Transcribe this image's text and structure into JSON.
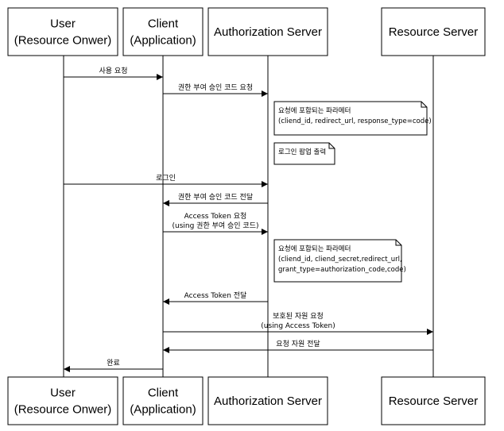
{
  "actors": [
    {
      "id": "user",
      "lines": [
        "User",
        "(Resource Onwer)"
      ]
    },
    {
      "id": "client",
      "lines": [
        "Client",
        "(Application)"
      ]
    },
    {
      "id": "authserver",
      "lines": [
        "Authorization Server"
      ]
    },
    {
      "id": "resserver",
      "lines": [
        "Resource Server"
      ]
    }
  ],
  "messages": [
    {
      "from": "user",
      "to": "client",
      "lines": [
        "사용 요청"
      ]
    },
    {
      "from": "client",
      "to": "authserver",
      "lines": [
        "권한 부여 승인 코드 요청"
      ]
    },
    {
      "from": "user",
      "to": "authserver",
      "lines": [
        "로그인"
      ]
    },
    {
      "from": "authserver",
      "to": "client",
      "lines": [
        "권한 부여 승인 코드 전달"
      ]
    },
    {
      "from": "client",
      "to": "authserver",
      "lines": [
        "Access Token 요청",
        "(using 권한 부여 승인 코드)"
      ]
    },
    {
      "from": "authserver",
      "to": "client",
      "lines": [
        "Access Token 전달"
      ]
    },
    {
      "from": "client",
      "to": "resserver",
      "lines": [
        "보호된 자원 요청",
        "(using Access Token)"
      ]
    },
    {
      "from": "resserver",
      "to": "client",
      "lines": [
        "요청 자원 전달"
      ]
    },
    {
      "from": "client",
      "to": "user",
      "lines": [
        "완료"
      ]
    }
  ],
  "notes": [
    {
      "lines": [
        "요청에 포함되는 파라메터",
        "(cliend_id, redirect_url, response_type=code)"
      ]
    },
    {
      "lines": [
        "로그인 팝업 출력"
      ]
    },
    {
      "lines": [
        "요청에 포함되는 파라메터",
        "(cliend_id, cliend_secret,redirect_url,",
        "grant_type=authorization_code,code)"
      ]
    }
  ]
}
